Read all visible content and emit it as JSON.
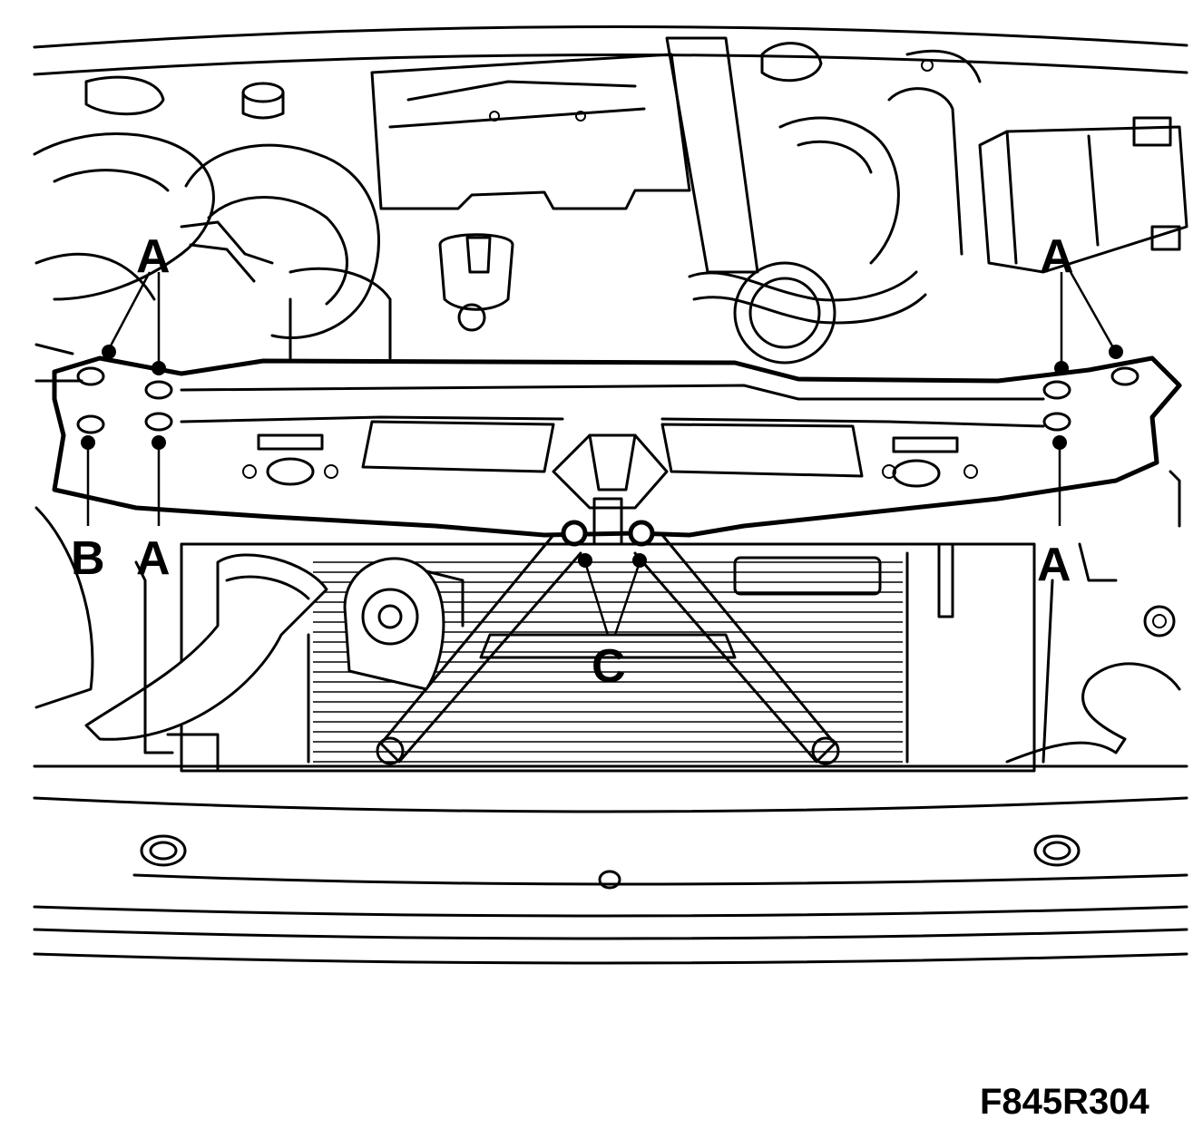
{
  "callouts": {
    "a": "A",
    "b": "B",
    "c": "C"
  },
  "figure_id": "F845R304",
  "icons": [
    "engine-cover-icon",
    "battery-icon",
    "horn-icon",
    "radiator-icon",
    "front-cross-member-icon"
  ]
}
